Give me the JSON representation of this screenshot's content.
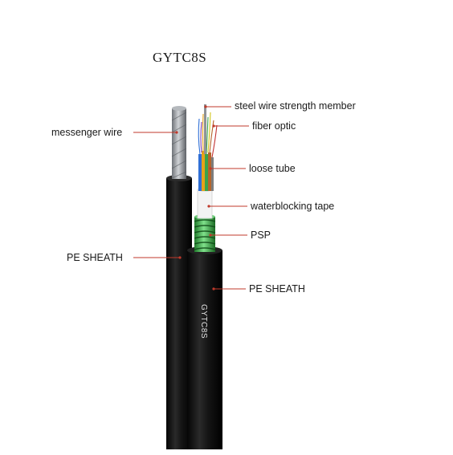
{
  "title": "GYTC8S",
  "labels": {
    "steel_wire": "steel wire strength member",
    "fiber_optic": "fiber optic",
    "loose_tube": "loose tube",
    "waterblocking_tape": "waterblocking tape",
    "psp": "PSP",
    "pe_sheath_right": "PE SHEATH",
    "messenger_wire": "messenger wire",
    "pe_sheath_left": "PE SHEATH"
  },
  "cable_print": "GYTC8S",
  "colors": {
    "sheath": "#0f0f0f",
    "psp_green": "#3fb04a",
    "tape": "#f2f2f2",
    "wire": "#9a9ea3",
    "leader": "#c0392b"
  }
}
